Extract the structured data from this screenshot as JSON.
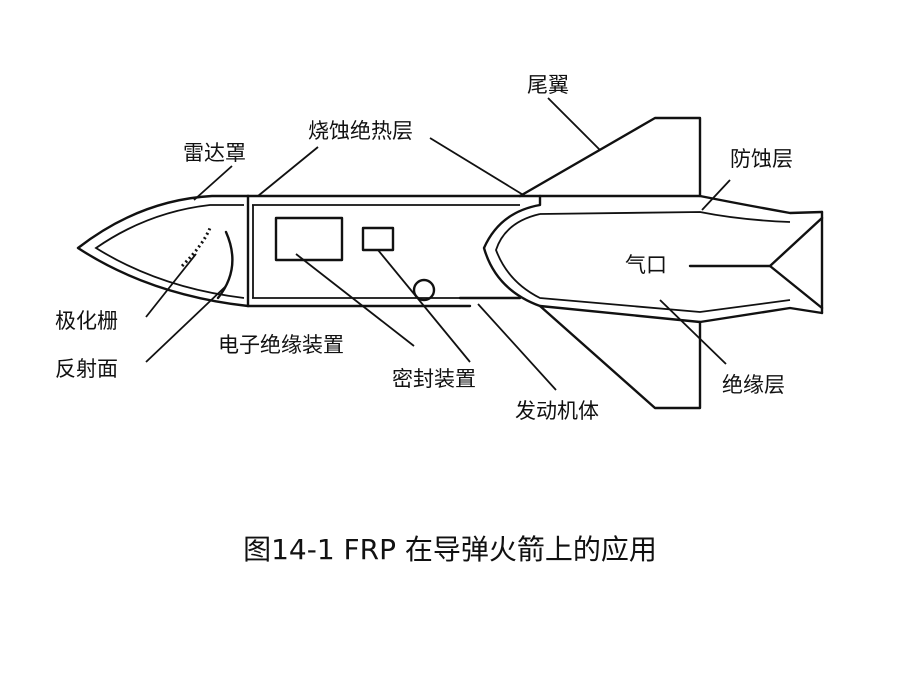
{
  "diagram": {
    "labels": {
      "radome": "雷达罩",
      "ablative_insulation": "烧蚀绝热层",
      "tail_fin": "尾翼",
      "anti_corrosion_layer": "防蚀层",
      "gas_port": "气口",
      "polarization_grid": "极化栅",
      "reflector": "反射面",
      "electronic_insulation_device": "电子绝缘装置",
      "sealing_device": "密封装置",
      "engine_body": "发动机体",
      "insulation_layer": "绝缘层"
    }
  },
  "caption": "图14-1 FRP 在导弹火箭上的应用"
}
